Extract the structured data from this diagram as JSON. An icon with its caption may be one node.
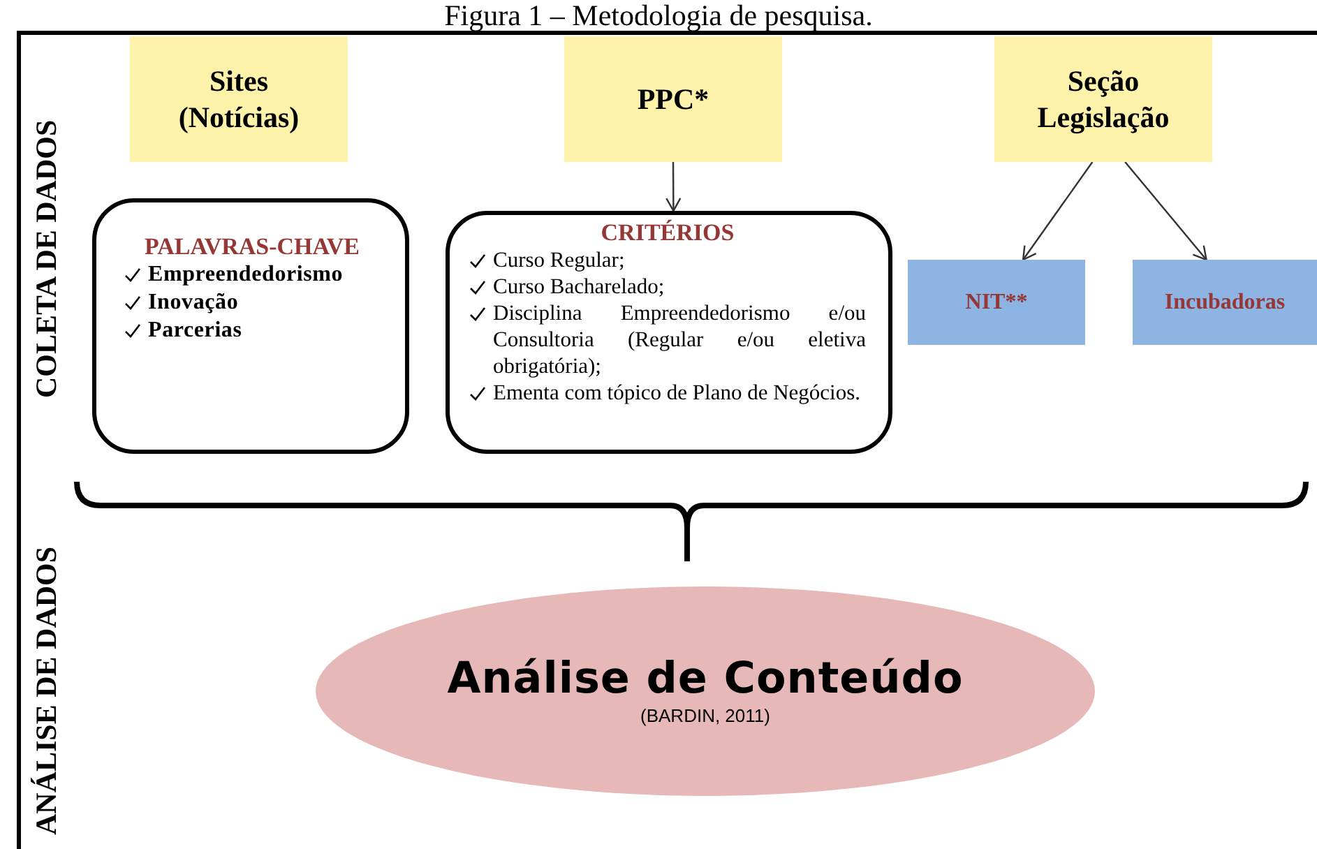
{
  "diagram": {
    "title": "Figura 1 – Metodologia de pesquisa.",
    "nodes": [
      {
        "text": [
          "Sites (Notícias)"
        ]
      },
      {
        "text": [
          "PPC*"
        ]
      },
      {
        "text": [
          "Seção Legislação"
        ]
      },
      {
        "text": [
          "PALAVRAS-CHAVE",
          "Empreendedorismo",
          "Inovação",
          "Parcerias"
        ]
      },
      {
        "text": [
          "CRITÉRIOS",
          "Curso Regular;",
          "Curso Bacharelado;",
          "Disciplina Empreendedorismo e/ou Consultoria (Regular e/ou eletiva obrigatória);",
          "Ementa com tópico de Plano de Negócios."
        ]
      },
      {
        "text": [
          "NIT**"
        ]
      },
      {
        "text": [
          "Incubadoras"
        ]
      },
      {
        "text": [
          "Análise de Conteúdo",
          "(BARDIN, 2011)"
        ]
      }
    ],
    "edges": [
      {
        "from": 1,
        "to": 4,
        "arrow": "to"
      },
      {
        "from": 2,
        "to": 5,
        "arrow": "to"
      },
      {
        "from": 2,
        "to": 6,
        "arrow": "to"
      }
    ],
    "labels": [
      "COLETA DE DADOS",
      "ANÁLISE DE DADOS"
    ]
  }
}
